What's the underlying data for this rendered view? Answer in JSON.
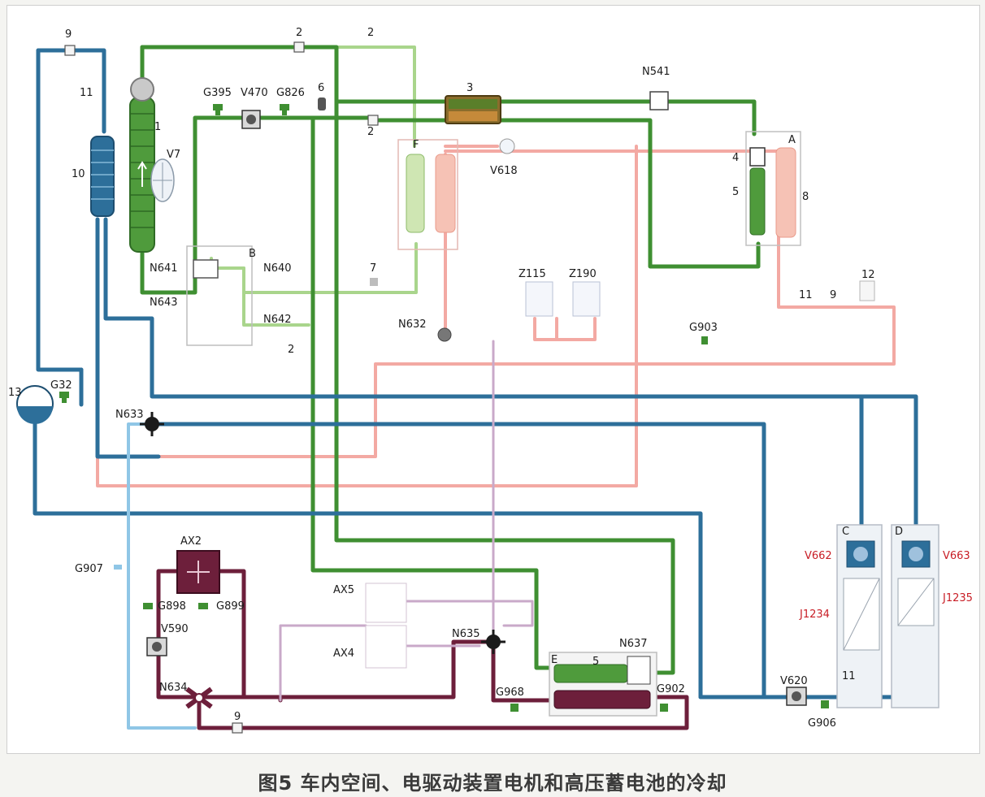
{
  "caption": "图5 车内空间、电驱动装置电机和高压蓄电池的冷却",
  "colors": {
    "green": "#3f8f32",
    "light_green": "#a9d58c",
    "blue": "#2d6f9a",
    "light_blue": "#8fc6e6",
    "pink": "#f3a9a3",
    "maroon": "#6d1f3b",
    "lilac": "#c9a9c9",
    "label_red": "#c81d25"
  },
  "labels": {
    "n9a": "9",
    "n11a": "11",
    "n10": "10",
    "n13": "13",
    "g32": "G32",
    "n1": "1",
    "v7": "V7",
    "g395": "G395",
    "v470": "V470",
    "g826": "G826",
    "n6": "6",
    "n2a": "2",
    "n2b": "2",
    "n2c": "2",
    "n2d": "2",
    "n3": "3",
    "n541": "N541",
    "f": "F",
    "v618": "V618",
    "a": "A",
    "n4": "4",
    "n5a": "5",
    "n8": "8",
    "b": "B",
    "n641": "N641",
    "n640": "N640",
    "n643": "N643",
    "n642": "N642",
    "n7": "7",
    "z115": "Z115",
    "z190": "Z190",
    "n632": "N632",
    "n11b": "11",
    "n9b": "9",
    "n12": "12",
    "g903": "G903",
    "n633": "N633",
    "g907": "G907",
    "ax2": "AX2",
    "g898": "G898",
    "g899": "G899",
    "v590": "V590",
    "n634": "N634",
    "n9c": "9",
    "ax5": "AX5",
    "ax4": "AX4",
    "n635": "N635",
    "g968": "G968",
    "e": "E",
    "n5b": "5",
    "n637": "N637",
    "g902": "G902",
    "v620": "V620",
    "g906": "G906",
    "c": "C",
    "d": "D",
    "v662": "V662",
    "v663": "V663",
    "j1234": "J1234",
    "j1235": "J1235",
    "n11c": "11"
  }
}
